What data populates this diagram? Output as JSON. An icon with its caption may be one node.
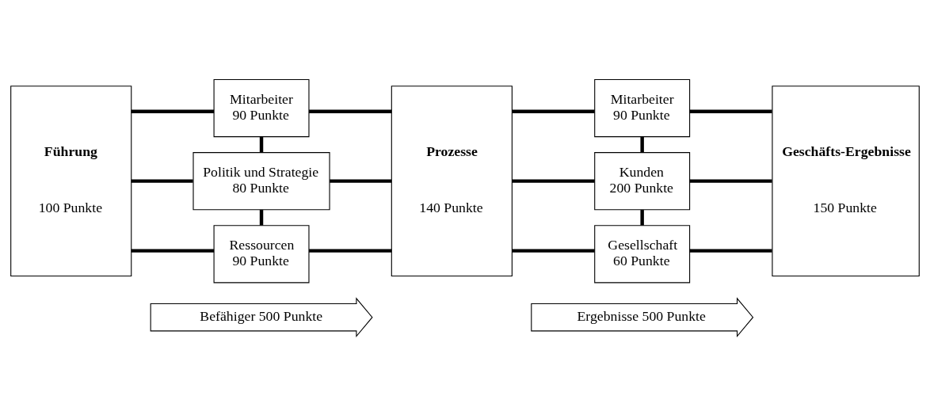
{
  "diagram": {
    "nodes": [
      {
        "text": [
          "Führung",
          "100 Punkte"
        ]
      },
      {
        "text": [
          "Mitarbeiter",
          "90 Punkte"
        ]
      },
      {
        "text": [
          "Politik und Strategie",
          "80 Punkte"
        ]
      },
      {
        "text": [
          "Ressourcen",
          "90 Punkte"
        ]
      },
      {
        "text": [
          "Prozesse",
          "140 Punkte"
        ]
      },
      {
        "text": [
          "Mitarbeiter",
          "90 Punkte"
        ]
      },
      {
        "text": [
          "Kunden",
          "200 Punkte"
        ]
      },
      {
        "text": [
          "Gesellschaft",
          "60 Punkte"
        ]
      },
      {
        "text": [
          "Geschäfts-Ergebnisse",
          "150 Punkte"
        ]
      },
      {
        "text": [
          "Befähiger 500 Punkte"
        ]
      },
      {
        "text": [
          "Ergebnisse 500 Punkte"
        ]
      }
    ],
    "edges": [
      {
        "from": 0,
        "to": 1,
        "arrow": "none"
      },
      {
        "from": 0,
        "to": 2,
        "arrow": "none"
      },
      {
        "from": 0,
        "to": 3,
        "arrow": "none"
      },
      {
        "from": 1,
        "to": 2,
        "arrow": "none"
      },
      {
        "from": 2,
        "to": 3,
        "arrow": "none"
      },
      {
        "from": 1,
        "to": 4,
        "arrow": "none"
      },
      {
        "from": 2,
        "to": 4,
        "arrow": "none"
      },
      {
        "from": 3,
        "to": 4,
        "arrow": "none"
      },
      {
        "from": 4,
        "to": 5,
        "arrow": "none"
      },
      {
        "from": 4,
        "to": 6,
        "arrow": "none"
      },
      {
        "from": 4,
        "to": 7,
        "arrow": "none"
      },
      {
        "from": 5,
        "to": 6,
        "arrow": "none"
      },
      {
        "from": 6,
        "to": 7,
        "arrow": "none"
      },
      {
        "from": 5,
        "to": 8,
        "arrow": "none"
      },
      {
        "from": 6,
        "to": 8,
        "arrow": "none"
      },
      {
        "from": 7,
        "to": 8,
        "arrow": "none"
      }
    ]
  }
}
